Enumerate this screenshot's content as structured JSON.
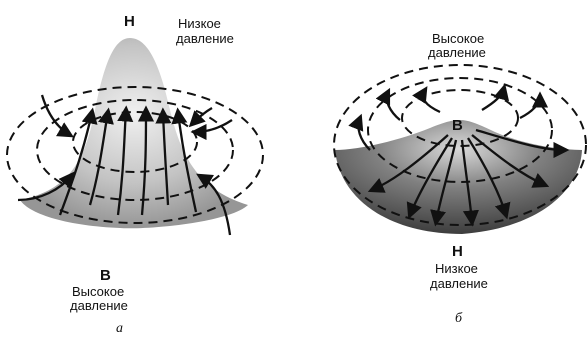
{
  "diagram_a": {
    "top_letter": "Н",
    "top_text_1": "Низкое",
    "top_text_2": "давление",
    "bottom_letter": "В",
    "bottom_text_1": "Высокое",
    "bottom_text_2": "давление",
    "caption": "а"
  },
  "diagram_b": {
    "top_text_1": "Высокое",
    "top_text_2": "давление",
    "center_letter": "В",
    "bottom_letter": "Н",
    "bottom_text_1": "Низкое",
    "bottom_text_2": "давление",
    "caption": "б"
  },
  "colors": {
    "ink": "#111111",
    "shade_light": "#cfcfcf",
    "shade_dark": "#5a5a5a"
  }
}
